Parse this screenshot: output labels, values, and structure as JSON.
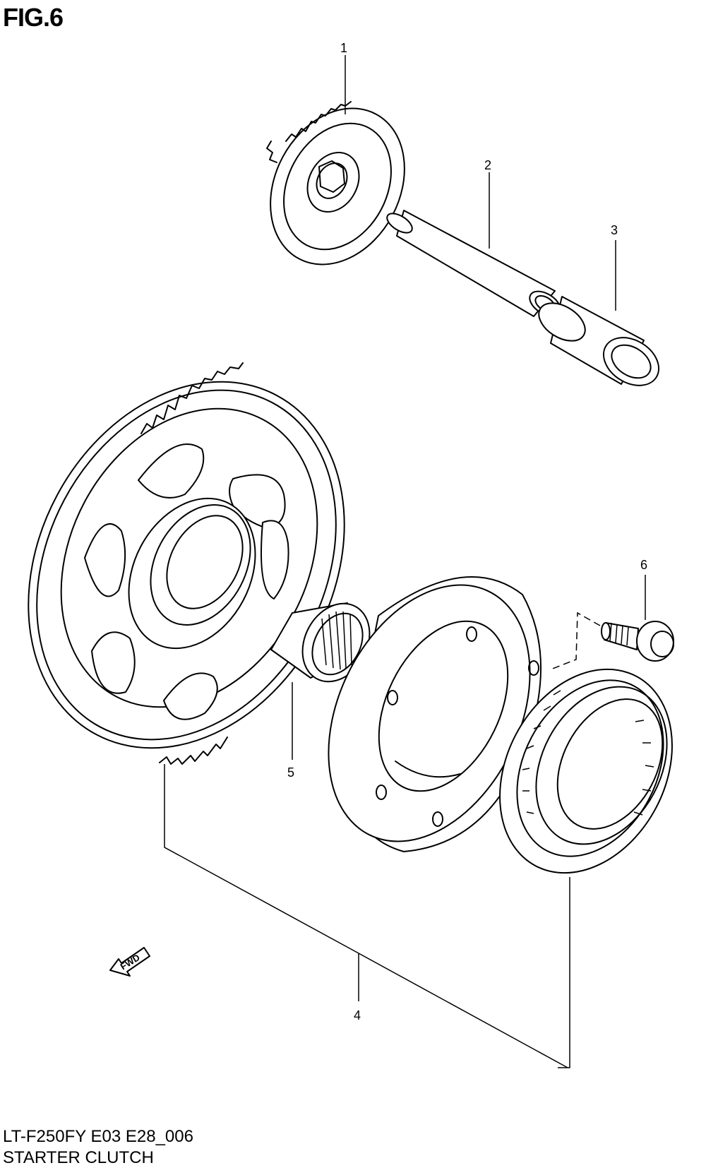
{
  "figure": {
    "title": "FIG.6"
  },
  "caption": {
    "model": "LT-F250FY E03 E28_006",
    "name": "STARTER CLUTCH"
  },
  "parts": [
    {
      "ref": "1"
    },
    {
      "ref": "2"
    },
    {
      "ref": "3"
    },
    {
      "ref": "4"
    },
    {
      "ref": "5"
    },
    {
      "ref": "6"
    }
  ],
  "direction_arrow": {
    "label": "FWD"
  }
}
